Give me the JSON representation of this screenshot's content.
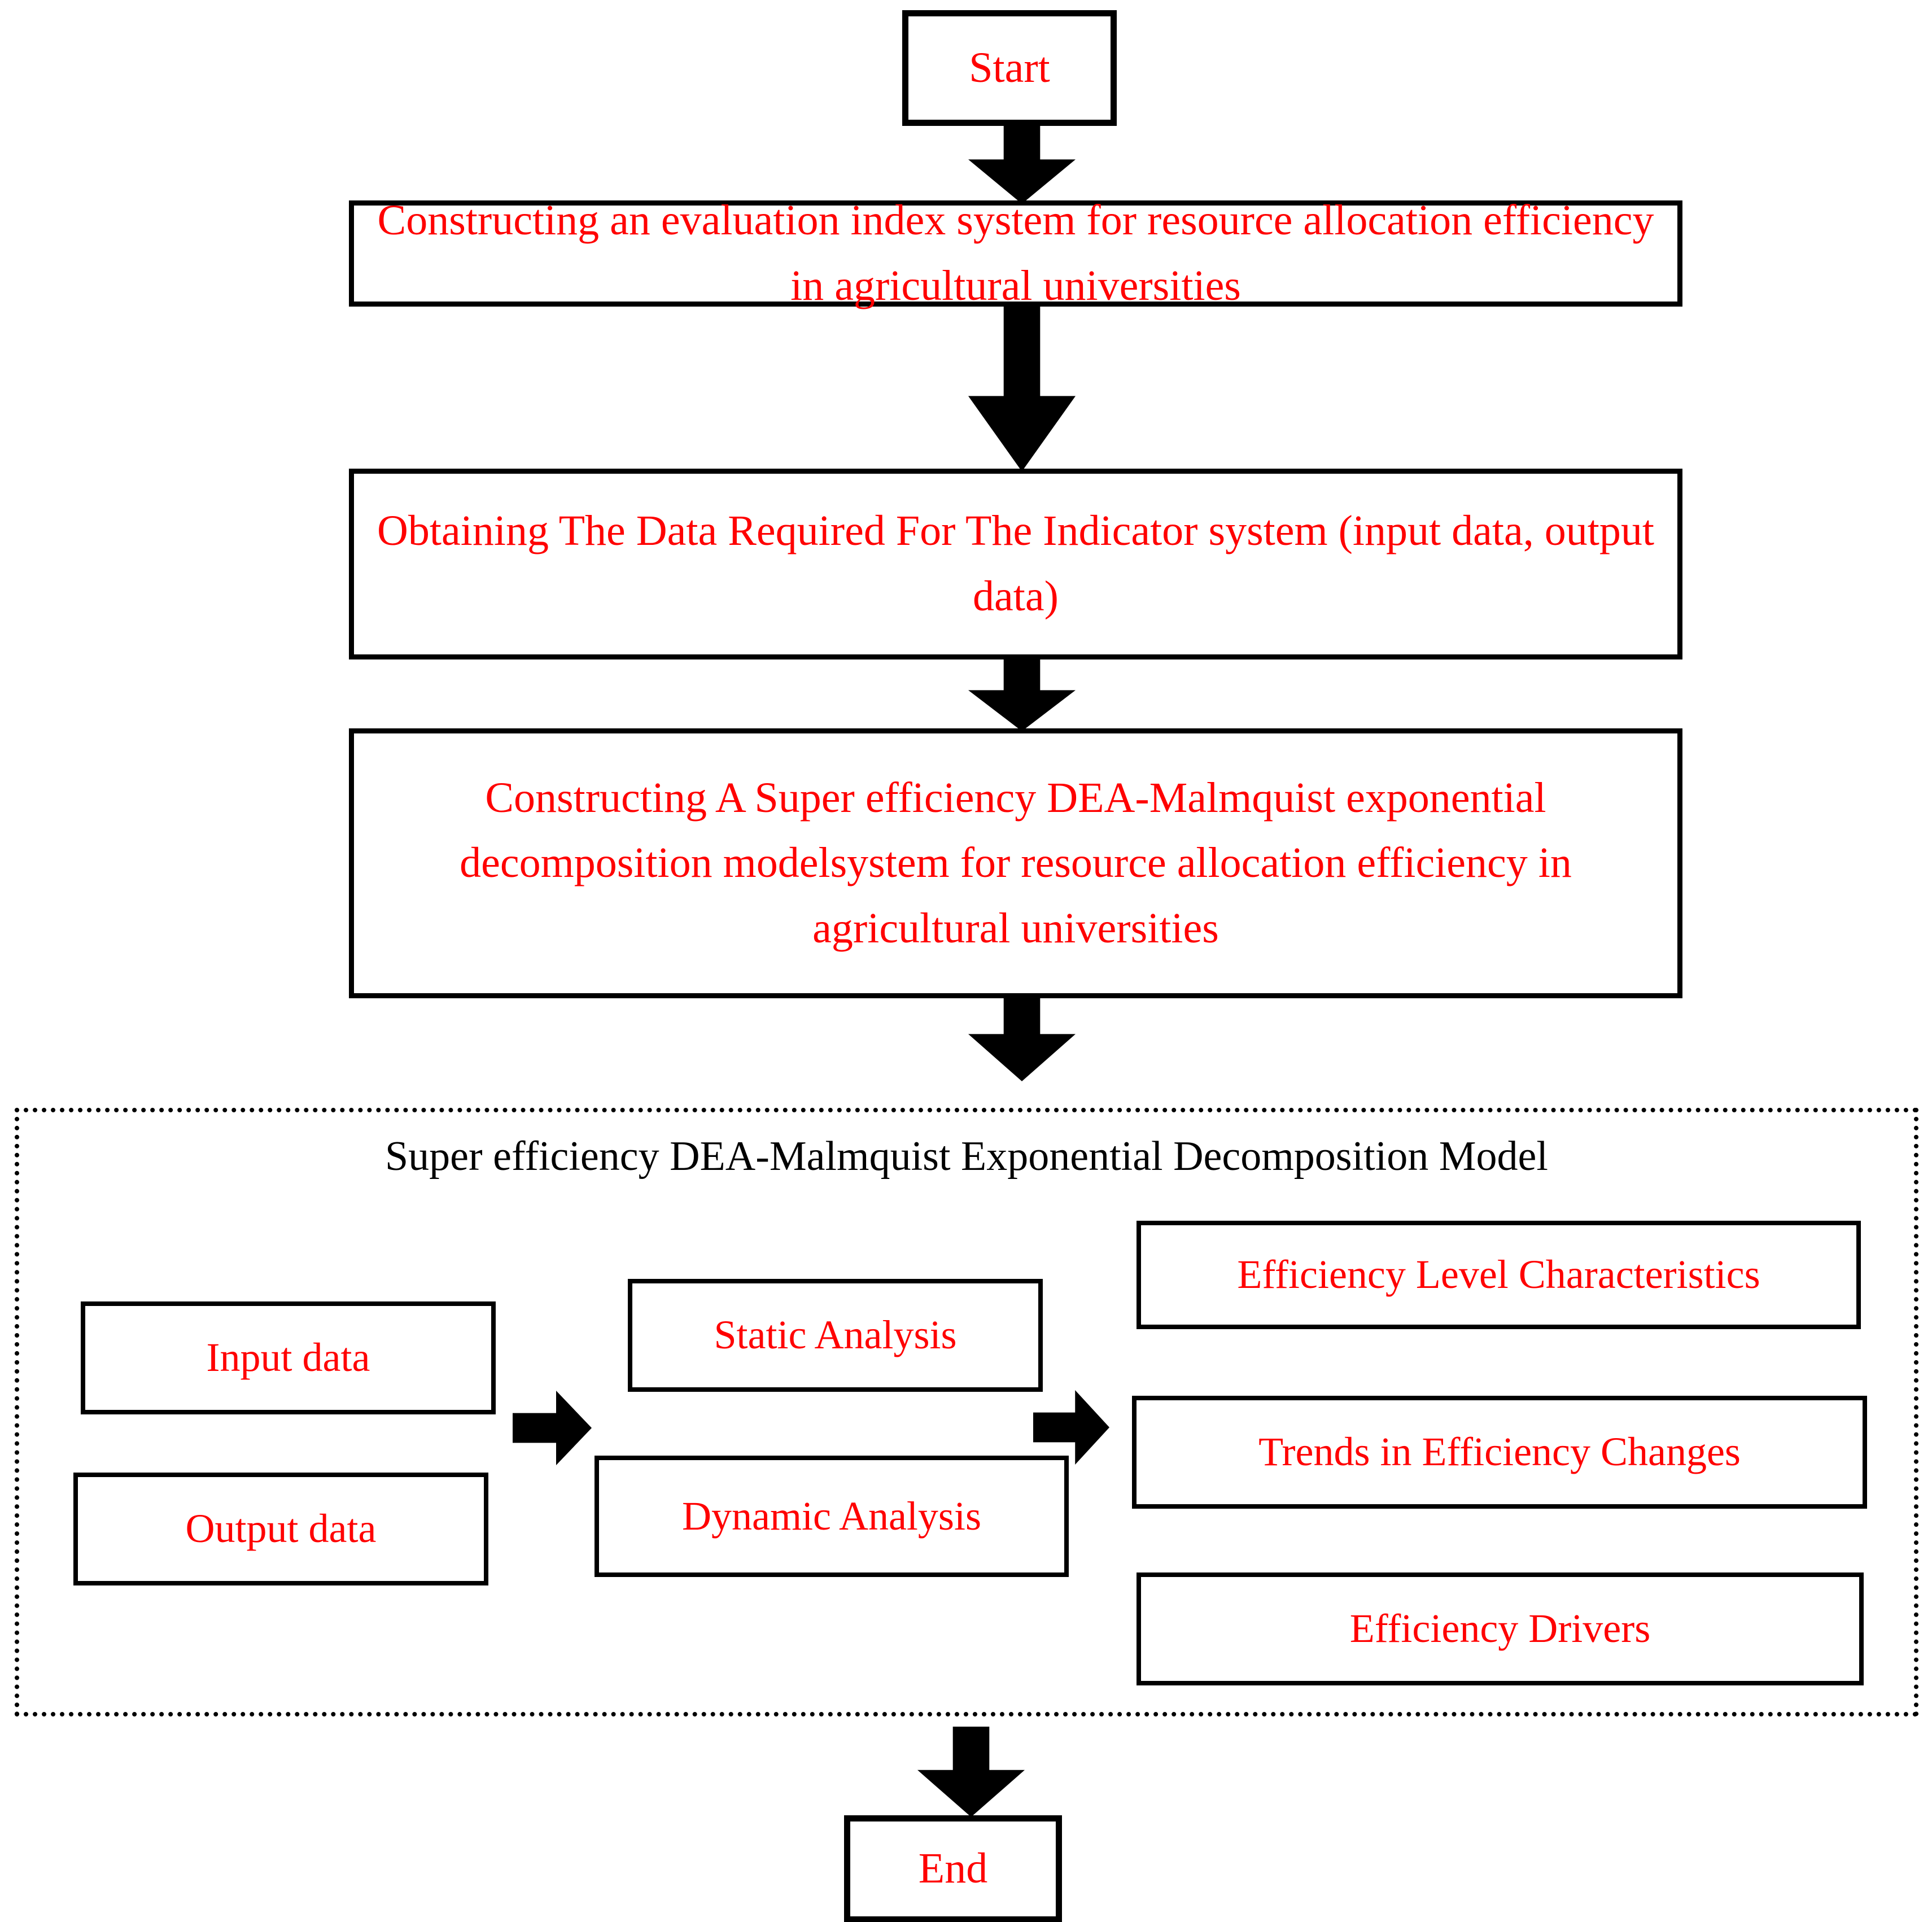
{
  "diagram": {
    "title": "Research flowchart for resource allocation efficiency in agricultural universities",
    "colors": {
      "text_red": "#ff0000",
      "text_black": "#000000",
      "stroke": "#000000",
      "background": "#ffffff"
    },
    "nodes": {
      "start": {
        "label": "Start",
        "shape": "terminator"
      },
      "process_1": {
        "label": "Constructing an evaluation index system for resource allocation efficiency in agricultural universities",
        "shape": "process"
      },
      "process_2": {
        "label": "Obtaining The Data Required For The Indicator system (input data, output data)",
        "shape": "process"
      },
      "process_3": {
        "label": "Constructing A Super efficiency DEA-Malmquist exponential decomposition modelsystem for resource allocation efficiency in agricultural universities",
        "shape": "process"
      },
      "end": {
        "label": "End",
        "shape": "terminator"
      }
    },
    "model_group": {
      "title": "Super efficiency DEA-Malmquist Exponential Decomposition Model",
      "border_style": "dotted",
      "columns": {
        "data_inputs": [
          {
            "label": "Input data"
          },
          {
            "label": "Output data"
          }
        ],
        "analyses": [
          {
            "label": "Static Analysis"
          },
          {
            "label": "Dynamic Analysis"
          }
        ],
        "outcomes": [
          {
            "label": "Efficiency Level Characteristics"
          },
          {
            "label": "Trends in Efficiency Changes"
          },
          {
            "label": "Efficiency Drivers"
          }
        ]
      }
    },
    "connectors": [
      {
        "name": "start-to-process-1",
        "direction": "down"
      },
      {
        "name": "process-1-to-process-2",
        "direction": "down"
      },
      {
        "name": "process-2-to-process-3",
        "direction": "down"
      },
      {
        "name": "process-3-to-model-group",
        "direction": "down"
      },
      {
        "name": "data-to-analyses",
        "direction": "right"
      },
      {
        "name": "analyses-to-outcomes",
        "direction": "right"
      },
      {
        "name": "model-group-to-end",
        "direction": "down"
      }
    ]
  }
}
